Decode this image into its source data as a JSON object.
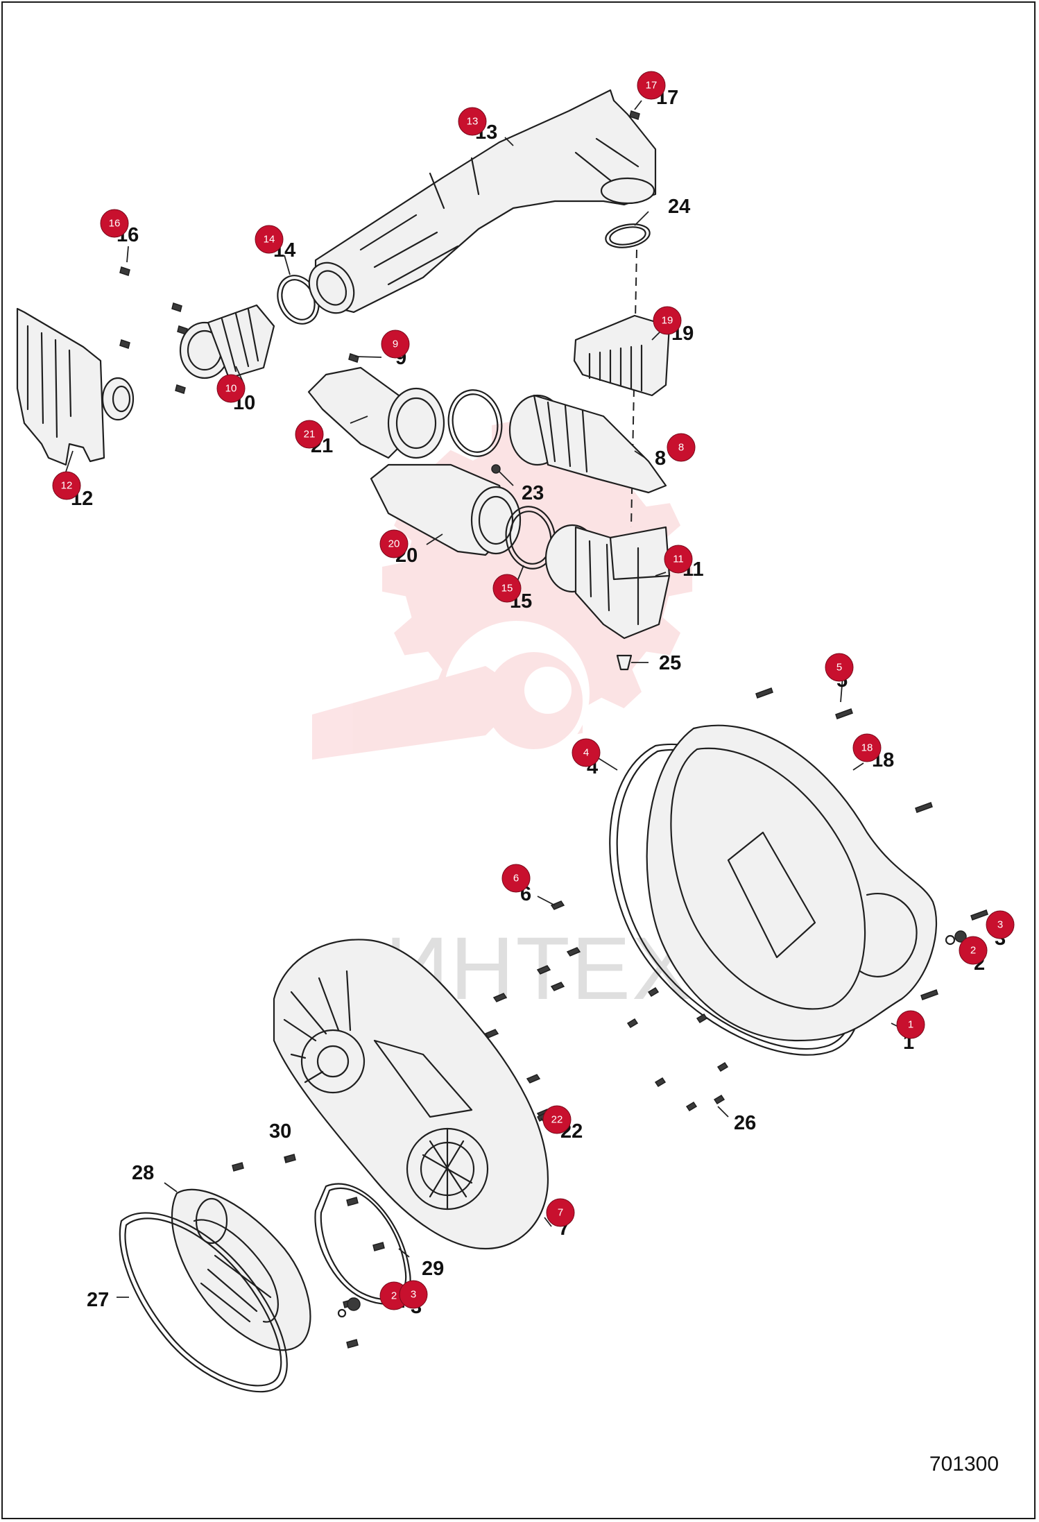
{
  "diagram_id": "701300",
  "watermark": {
    "text": "ИНТЕХ",
    "color": "#e8313a"
  },
  "badge_color": "#c8102e",
  "callouts": [
    {
      "label": "1",
      "badge": "1"
    },
    {
      "label": "2",
      "badge": "2"
    },
    {
      "label": "3",
      "badge": "3"
    },
    {
      "label": "4",
      "badge": "4"
    },
    {
      "label": "5",
      "badge": "5"
    },
    {
      "label": "6",
      "badge": "6"
    },
    {
      "label": "7",
      "badge": "7"
    },
    {
      "label": "8",
      "badge": "8"
    },
    {
      "label": "9",
      "badge": "9"
    },
    {
      "label": "10",
      "badge": "10"
    },
    {
      "label": "11",
      "badge": "11"
    },
    {
      "label": "12",
      "badge": "12"
    },
    {
      "label": "13",
      "badge": "13"
    },
    {
      "label": "14",
      "badge": "14"
    },
    {
      "label": "15",
      "badge": "15"
    },
    {
      "label": "16",
      "badge": "16"
    },
    {
      "label": "17",
      "badge": "17"
    },
    {
      "label": "18",
      "badge": "18"
    },
    {
      "label": "19",
      "badge": "19"
    },
    {
      "label": "20",
      "badge": "20"
    },
    {
      "label": "21",
      "badge": "21"
    },
    {
      "label": "22",
      "badge": "22"
    },
    {
      "label": "2",
      "badge": "2"
    },
    {
      "label": "3",
      "badge": "3"
    },
    {
      "label": "23",
      "badge": ""
    },
    {
      "label": "24",
      "badge": ""
    },
    {
      "label": "25",
      "badge": ""
    },
    {
      "label": "26",
      "badge": ""
    },
    {
      "label": "27",
      "badge": ""
    },
    {
      "label": "28",
      "badge": ""
    },
    {
      "label": "29",
      "badge": ""
    },
    {
      "label": "30",
      "badge": ""
    }
  ]
}
